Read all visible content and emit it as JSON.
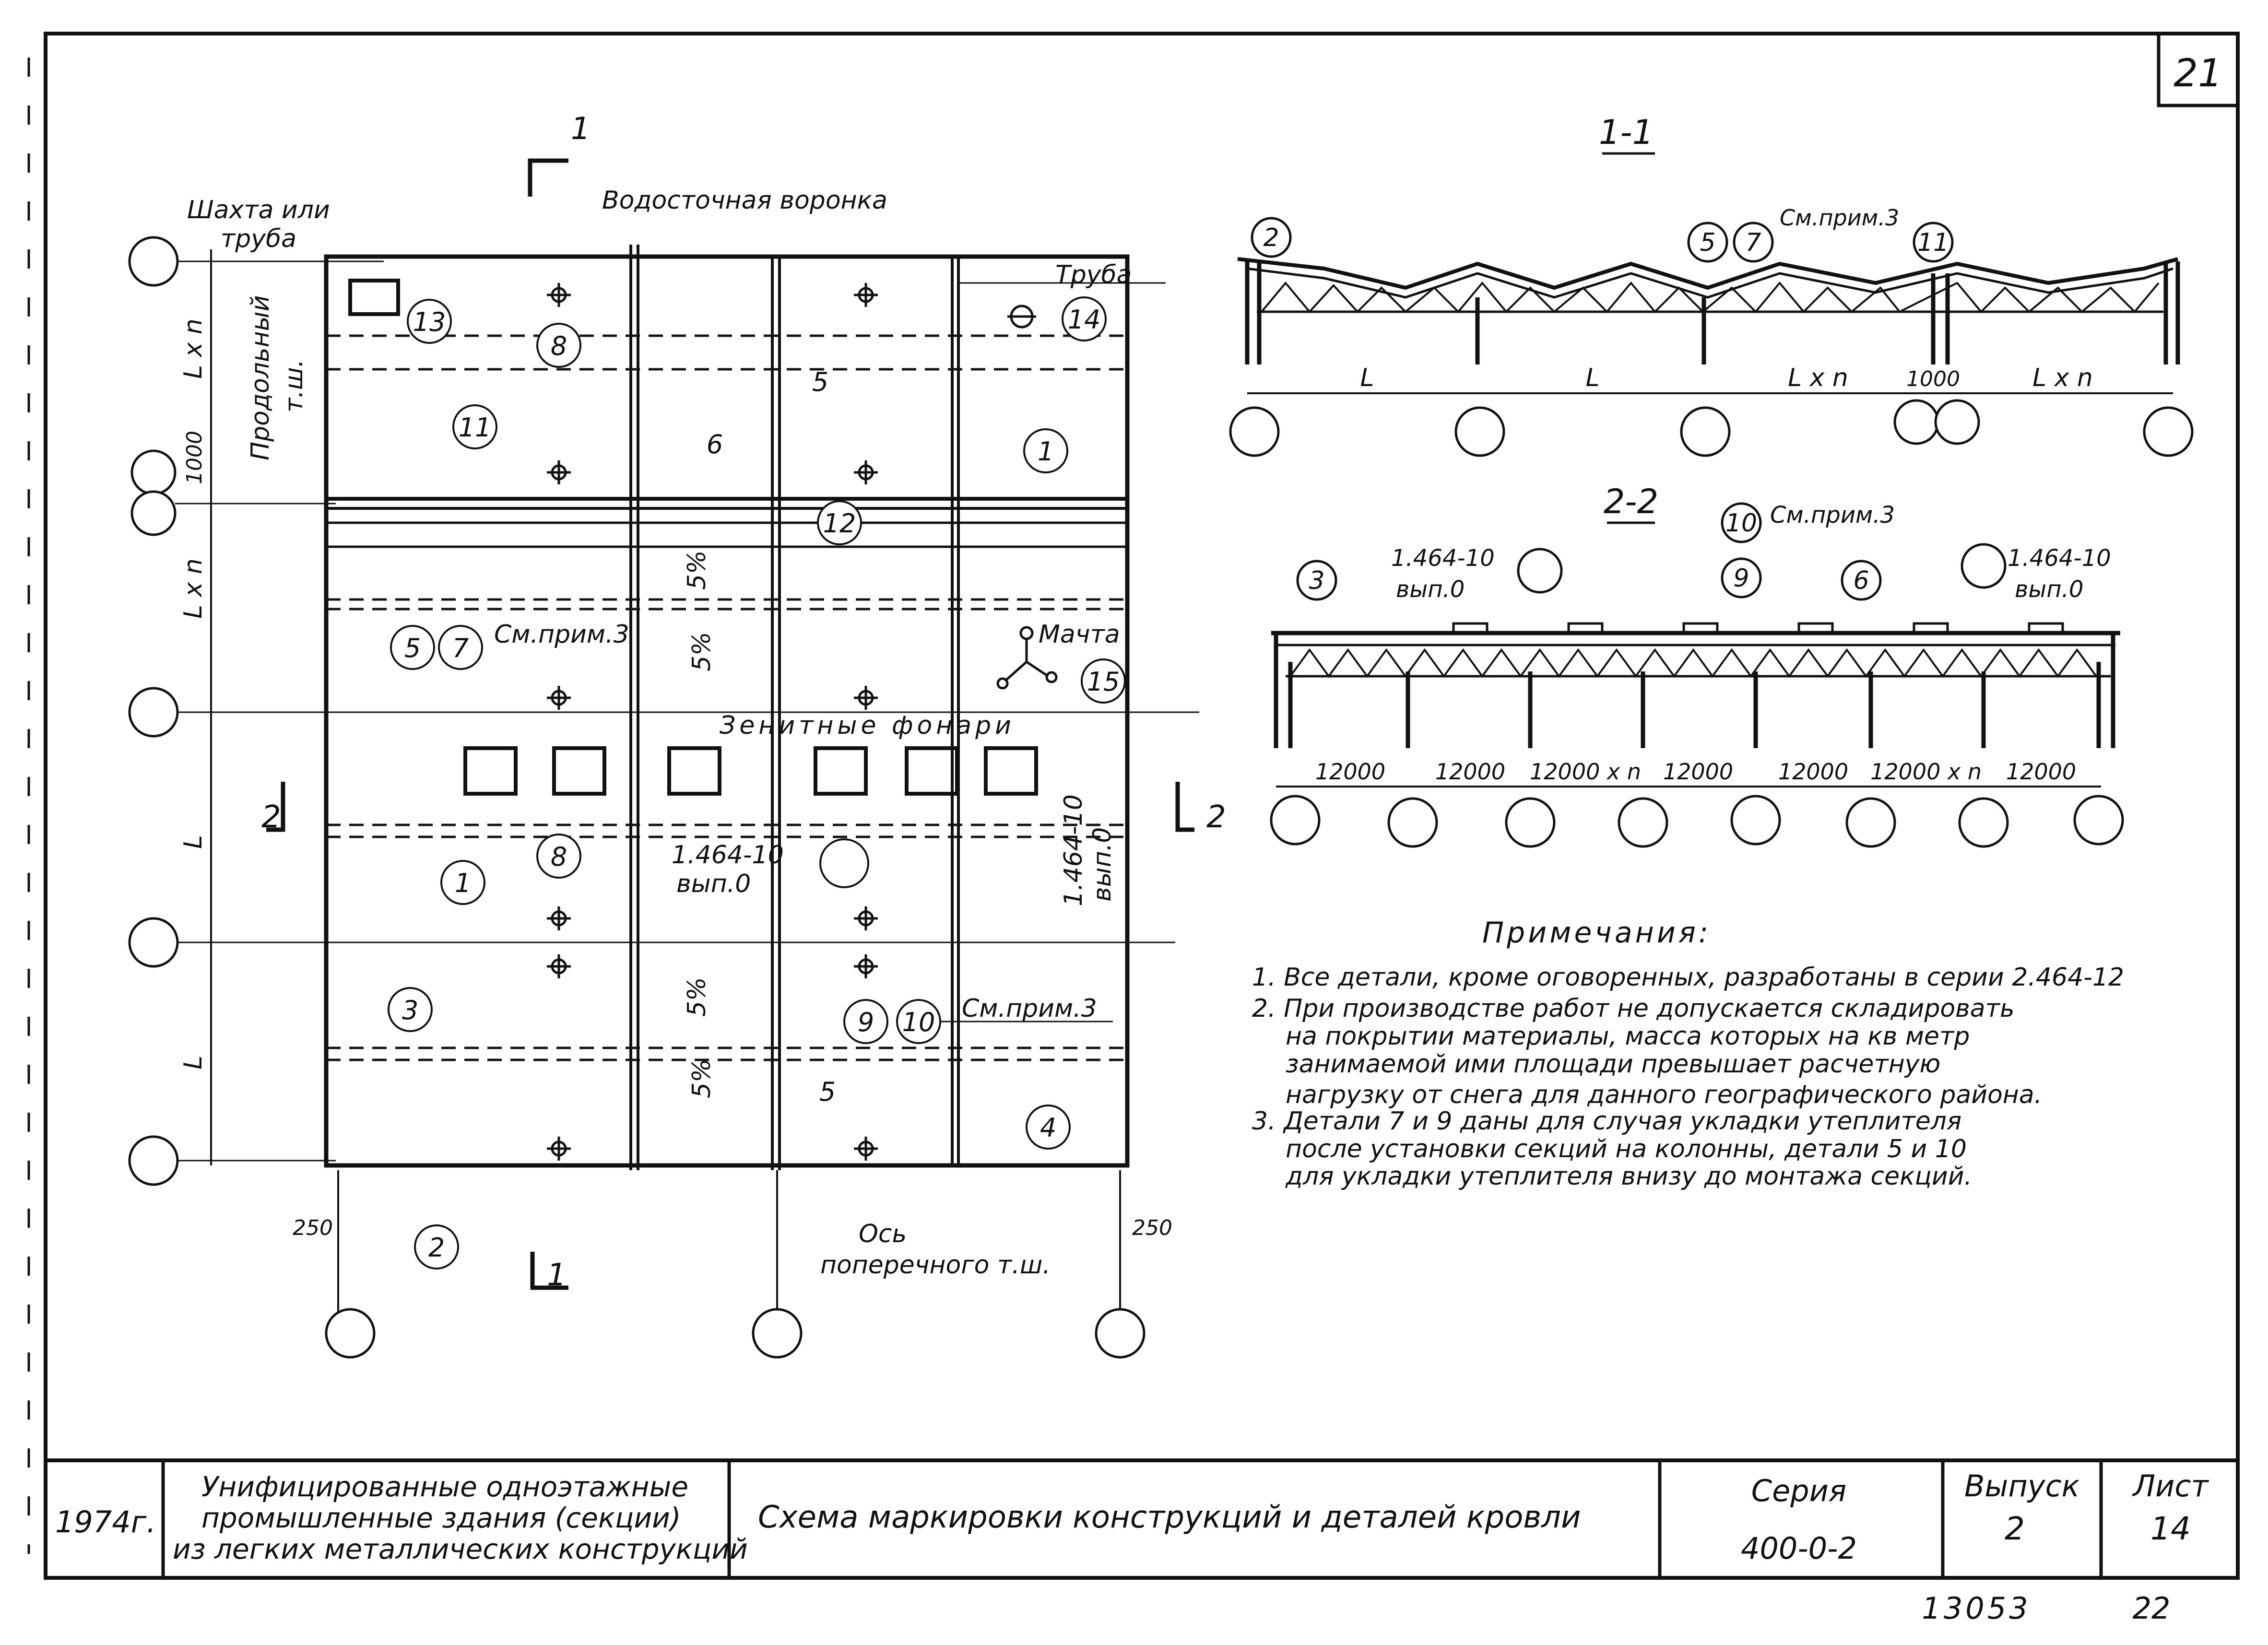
{
  "page_number": "21",
  "plan": {
    "shaft_label": [
      "Шахта или",
      "труба"
    ],
    "drain_label": "Водосточная воронка",
    "pipe_label": "Труба",
    "longitudinal_label": [
      "Продольный",
      "т.ш."
    ],
    "skylights_label": "Зенитные фонари",
    "mast_label": "Мачта",
    "cross_axis_label": [
      "Ось",
      "поперечного т.ш."
    ],
    "note_ref": "См.прим.3",
    "series_ref": [
      "1.464-10",
      "вып.0"
    ],
    "slopes": [
      "5%",
      "5%",
      "5%",
      "5%"
    ],
    "dims": {
      "lxn": "L x n",
      "l": "L",
      "gap": "1000",
      "edge": "250"
    },
    "section_marks": [
      "1",
      "1",
      "2",
      "2"
    ],
    "part_numbers": [
      "13",
      "8",
      "14",
      "11",
      "1",
      "6",
      "5",
      "12",
      "7",
      "15",
      "8",
      "1",
      "3",
      "9",
      "10",
      "4",
      "2",
      "5",
      "5"
    ]
  },
  "section_1": {
    "title": "1-1",
    "note_ref": "См.прим.3",
    "part_numbers": [
      "2",
      "5",
      "7",
      "11"
    ],
    "dims": [
      "L",
      "L",
      "L x n",
      "1000",
      "L x n"
    ]
  },
  "section_2": {
    "title": "2-2",
    "note_ref": "См.прим.3",
    "series_ref": [
      "1.464-10",
      "вып.0"
    ],
    "part_numbers": [
      "3",
      "10",
      "9",
      "6"
    ],
    "dims": [
      "12000",
      "12000",
      "12000 x n",
      "12000",
      "12000",
      "12000 x n",
      "12000"
    ]
  },
  "notes": {
    "title": "Примечания:",
    "lines": [
      "1.  Все детали, кроме оговоренных, разработаны в серии 2.464-12",
      "2.  При производстве работ не допускается складировать",
      "на покрытии материалы, масса которых на кв метр",
      "занимаемой ими площади превышает расчетную",
      "нагрузку от снега для данного географического района.",
      "3.  Детали 7 и 9 даны для случая укладки утеплителя",
      "после установки секций на колонны, детали 5 и 10",
      "для укладки утеплителя внизу до монтажа секций."
    ]
  },
  "title_block": {
    "year": "1974г.",
    "project": [
      "Унифицированные одноэтажные",
      "промышленные здания (секции)",
      "из легких металлических конструкций"
    ],
    "drawing_title": "Схема маркировки конструкций и деталей кровли",
    "series_label": "Серия",
    "series_value": "400-0-2",
    "issue_label": "Выпуск",
    "issue_value": "2",
    "sheet_label": "Лист",
    "sheet_value": "14"
  },
  "footer": {
    "archive_no": "13053",
    "page": "22"
  }
}
